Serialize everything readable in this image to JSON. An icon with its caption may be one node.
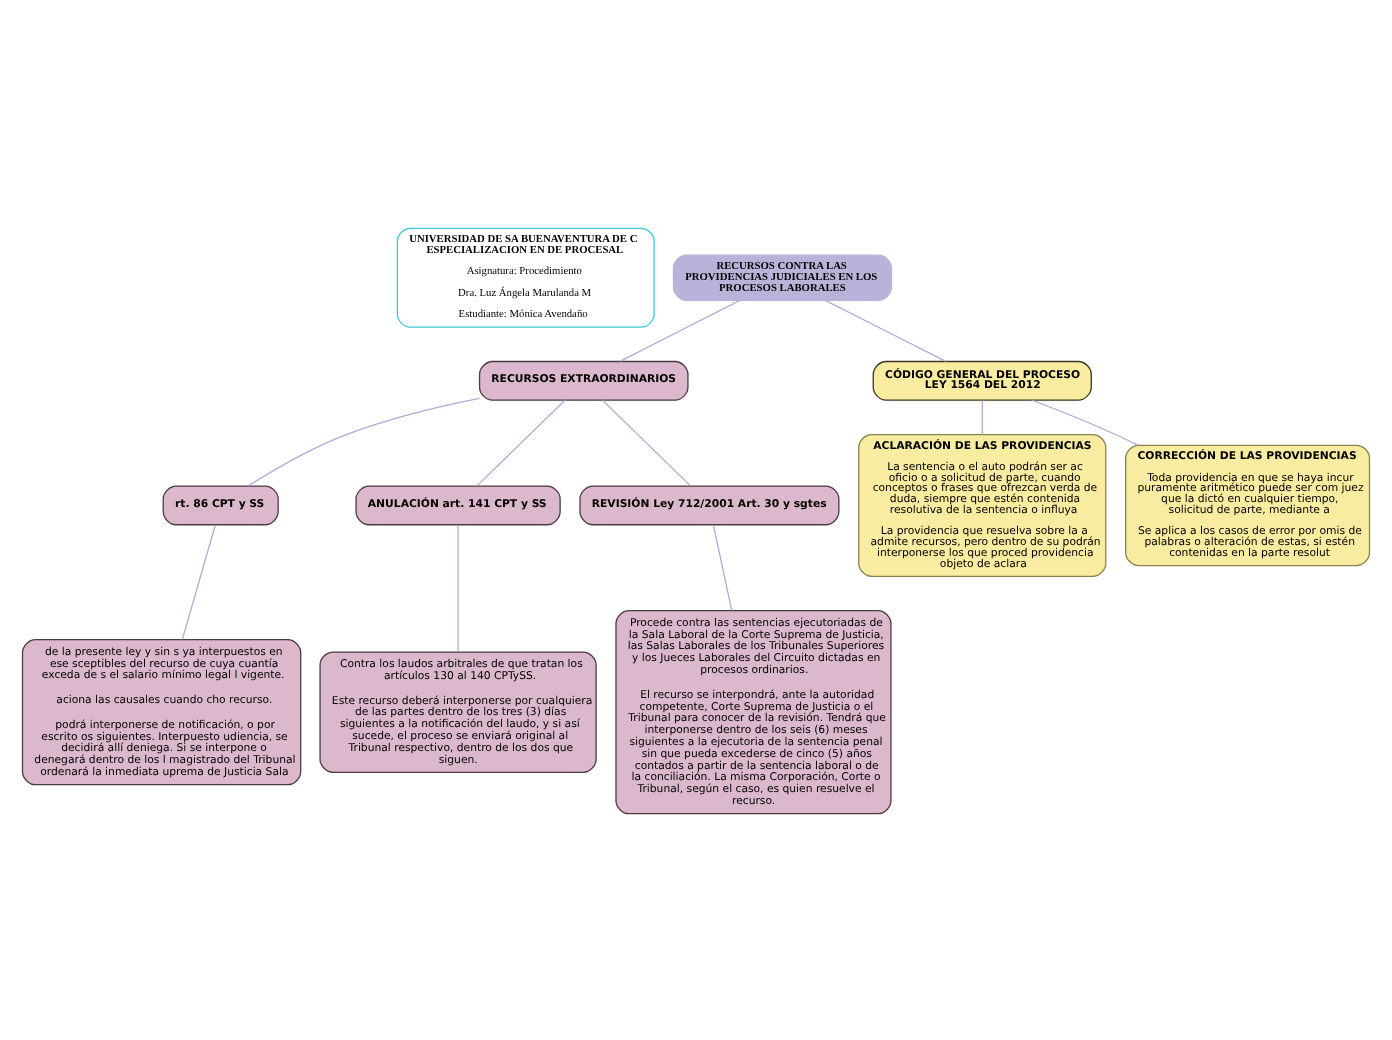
{
  "diagram": {
    "nodes": [
      {
        "text": [
          "UNIVERSIDAD DE SA BUENAVENTURA DE C ESPECIALIZACION EN DE PROCESAL",
          "Asignatura: Procedimiento",
          "Dra. Luz Ángela Marulanda M",
          "Estudiante: Mónica Avendaño"
        ]
      },
      {
        "text": [
          "RECURSOS CONTRA LAS PROVIDENCIAS JUDICIALES EN LOS PROCESOS LABORALES"
        ]
      },
      {
        "text": [
          "RECURSOS EXTRAORDINARIOS"
        ]
      },
      {
        "text": [
          "rt. 86 CPT y SS"
        ]
      },
      {
        "text": [
          "de la presente ley y sin s ya interpuestos en ese sceptibles del recurso de cuya cuantía exceda de s el salario mínimo legal l vigente.",
          "aciona las causales cuando cho recurso.",
          "podrá interponerse de notificación, o por escrito os siguientes. Interpuesto udiencia, se decidirá allí deniega. Si se interpone o denegará dentro de los l magistrado del Tribunal ordenará la inmediata uprema de Justicia Sala"
        ]
      },
      {
        "text": [
          "ANULACIÓN art. 141 CPT y SS"
        ]
      },
      {
        "text": [
          "Contra los laudos arbitrales de que tratan los artículos 130 al 140 CPTySS.",
          "Este recurso deberá interponerse por cualquiera de las partes dentro de los tres (3) días siguientes a la notificación del laudo, y si así sucede, el proceso se enviará original al Tribunal respectivo, dentro de los dos que siguen."
        ]
      },
      {
        "text": [
          "REVISIÓN Ley 712/2001 Art. 30 y sgtes"
        ]
      },
      {
        "text": [
          "Procede contra las sentencias ejecutoriadas de la Sala Laboral de la Corte Suprema de Justicia, las Salas Laborales de los Tribunales Superiores y los Jueces Laborales del Circuito dictadas en procesos ordinarios.",
          "El recurso se interpondrá, ante la autoridad competente, Corte Suprema de Justicia o el Tribunal para conocer de la revisión. Tendrá que interponerse dentro de los seis (6) meses siguientes a la ejecutoria de la sentencia penal sin que pueda excederse de cinco (5) años contados a partir de la sentencia laboral o de la conciliación. La misma Corporación, Corte o Tribunal, según el caso, es quien resuelve el recurso."
        ]
      },
      {
        "text": [
          "CÓDIGO GENERAL DEL PROCESO LEY 1564 DEL 2012"
        ]
      },
      {
        "text": [
          "ACLARACIÓN DE LAS PROVIDENCIAS",
          "La sentencia o el auto podrán ser ac oficio o a solicitud de parte, cuando conceptos o frases que ofrezcan verda de duda, siempre que estén contenida resolutiva de la sentencia o influya",
          "La providencia que resuelva sobre la a admite recursos, pero dentro de su podrán interponerse los que proced providencia objeto de aclara"
        ]
      },
      {
        "text": [
          "CORRECCIÓN DE LAS PROVIDENCIAS",
          "Toda providencia en que se haya incur puramente aritmético puede ser com juez que la dictó en cualquier tiempo, solicitud de parte, mediante a",
          "Se aplica a los casos de error por omis de palabras o alteración de estas, si estén contenidas en la parte resolut"
        ]
      }
    ],
    "edges": [
      {
        "from": 1,
        "to": 2,
        "arrow": "none"
      },
      {
        "from": 1,
        "to": 9,
        "arrow": "none"
      },
      {
        "from": 2,
        "to": 3,
        "arrow": "none"
      },
      {
        "from": 2,
        "to": 5,
        "arrow": "none"
      },
      {
        "from": 2,
        "to": 7,
        "arrow": "none"
      },
      {
        "from": 3,
        "to": 4,
        "arrow": "none"
      },
      {
        "from": 5,
        "to": 6,
        "arrow": "none"
      },
      {
        "from": 7,
        "to": 8,
        "arrow": "none"
      },
      {
        "from": 9,
        "to": 10,
        "arrow": "none"
      },
      {
        "from": 9,
        "to": 11,
        "arrow": "none"
      }
    ]
  }
}
